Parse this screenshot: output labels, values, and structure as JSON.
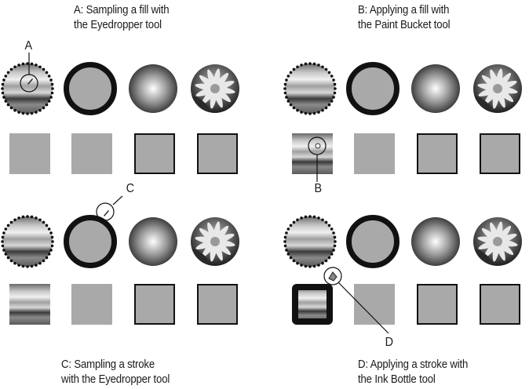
{
  "panels": [
    {
      "id": "A",
      "caption_line1": "A: Sampling a fill with",
      "caption_line2": "the Eyedropper tool",
      "callout": "A",
      "tool": "eyedropper-icon",
      "target": "dotted-gradient-circle"
    },
    {
      "id": "B",
      "caption_line1": "B: Applying a fill with",
      "caption_line2": "the Paint Bucket tool",
      "callout": "B",
      "tool": "paint-bucket-icon",
      "target": "first-square"
    },
    {
      "id": "C",
      "caption_line1": "C: Sampling a stroke",
      "caption_line2": "with the Eyedropper tool",
      "callout": "C",
      "tool": "eyedropper-icon",
      "target": "thick-stroke-circle"
    },
    {
      "id": "D",
      "caption_line1": "D: Applying a stroke with",
      "caption_line2": "the Ink Bottle tool",
      "callout": "D",
      "tool": "ink-bottle-icon",
      "target": "first-square"
    }
  ],
  "shapes": {
    "circles": [
      "dotted-edge striped gradient circle",
      "gray circle with thick black stroke",
      "radial gradient sphere",
      "daisy photo circle"
    ],
    "squares": [
      "gray square no stroke",
      "gray square no stroke",
      "gray square thin stroke",
      "gray square thin stroke"
    ]
  },
  "colors": {
    "fill_gray": "#a9a9a9",
    "stroke": "#111111",
    "background": "#ffffff"
  }
}
